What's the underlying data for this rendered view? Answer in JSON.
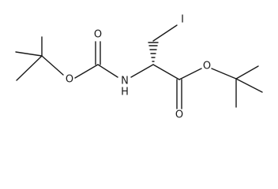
{
  "molecule": {
    "atoms": {
      "iodine": "I",
      "carbonyl_oxygen_boc": "O",
      "ester_oxygen_boc": "O",
      "nitrogen": "N",
      "hydrogen_on_nitrogen": "H",
      "ester_oxygen_tbu": "O",
      "carbonyl_oxygen_ester": "O"
    }
  },
  "colors": {
    "bond": "#1a1a1a",
    "background": "#ffffff"
  }
}
